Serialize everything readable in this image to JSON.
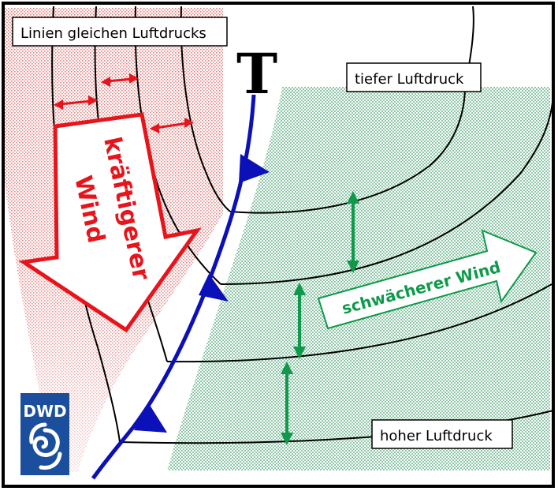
{
  "labels": {
    "isobars": "Linien gleichen Luftdrucks",
    "low_pressure": "tiefer Luftdruck",
    "high_pressure": "hoher Luftdruck",
    "low_center": "T",
    "strong_wind_line1": "kräftigerer",
    "strong_wind_line2": "Wind",
    "weak_wind": "schwächerer Wind"
  },
  "logo": {
    "text": "DWD"
  },
  "colors": {
    "strong_wind": "#e8141c",
    "weak_wind": "#0e9a4a",
    "front": "#0c10b8",
    "warm_hatch": "#d84a4a",
    "cold_hatch": "#2f9a5f"
  }
}
